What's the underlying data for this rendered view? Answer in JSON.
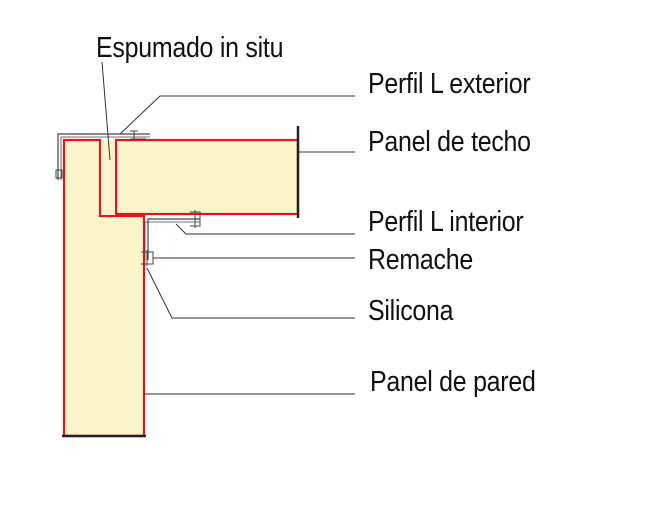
{
  "labels": {
    "espumado": "Espumado in situ",
    "perfil_exterior": "Perfil L exterior",
    "panel_techo": "Panel de techo",
    "perfil_interior": "Perfil L interior",
    "remache": "Remache",
    "silicona": "Silicona",
    "panel_pared": "Panel de pared"
  },
  "colors": {
    "panel_fill": "#fbf3c9",
    "panel_outline": "#e8141c",
    "leader_line": "#333333",
    "profile_line": "#444444",
    "text": "#111111"
  }
}
